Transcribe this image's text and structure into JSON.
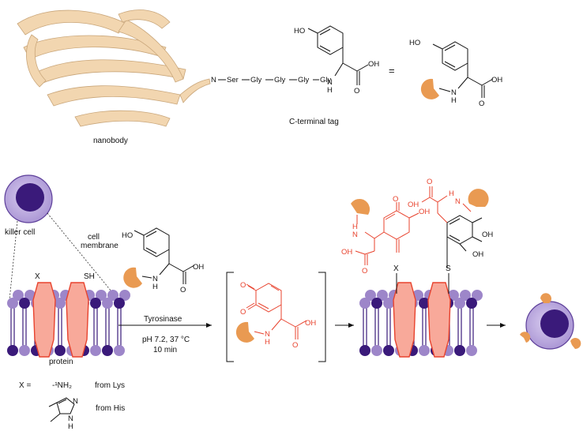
{
  "top": {
    "nanobody_label": "nanobody",
    "tag_label": "C-terminal tag",
    "chain": [
      "N",
      "Ser",
      "Gly",
      "Gly",
      "Gly",
      "Gly"
    ],
    "equals": "=",
    "atoms": {
      "ho": "HO",
      "nh": "N",
      "h": "H",
      "oh": "OH",
      "o": "O"
    }
  },
  "left": {
    "killer_cell": "killer cell",
    "cell_membrane_1": "cell",
    "cell_membrane_2": "membrane",
    "x_label": "X",
    "sh_label": "SH",
    "protein": "protein",
    "x_def": "X =",
    "nh2": "-¹NH₂",
    "from_lys": "from Lys",
    "from_his": "from His",
    "imid_n": "N",
    "imid_nh": "N",
    "imid_h": "H"
  },
  "reaction": {
    "reagent": "Tyrosinase",
    "cond1": "pH 7.2, 37 °C",
    "cond2": "10 min"
  },
  "product": {
    "x_label": "X",
    "s_label": "S"
  },
  "colors": {
    "tan": "#f2d6b0",
    "orange": "#e99a52",
    "red": "#e8432e",
    "purple_dark": "#3a1a7a",
    "purple_light": "#9d86c9",
    "protein_fill": "#f8a99a"
  }
}
